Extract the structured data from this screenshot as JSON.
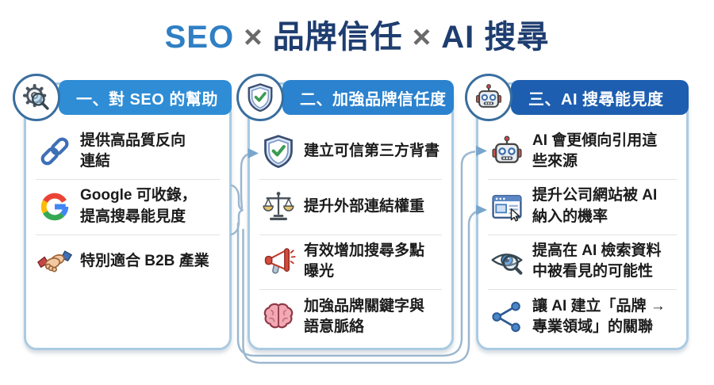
{
  "title": {
    "full_text": "SEO × 品牌信任 × AI 搜尋",
    "parts": [
      {
        "text": "SEO",
        "color": "#2f7fc4"
      },
      {
        "text": " × ",
        "color": "#6a6a6a"
      },
      {
        "text": "品牌信任",
        "color": "#1e3d70"
      },
      {
        "text": " × ",
        "color": "#6a6a6a"
      },
      {
        "text": "AI 搜尋",
        "color": "#1e3d70"
      }
    ]
  },
  "colors": {
    "header_blue_1": "#2f8dd6",
    "header_blue_2": "#2b82ce",
    "header_blue_3": "#1d5eb0",
    "card_border": "#a9cbe3",
    "badge_border": "#3a6e9e",
    "divider": "#e2e2e2",
    "item_text": "#1b1b1b",
    "connector_line": "#9cb7cf",
    "connector_arrow": "#78a5cb"
  },
  "columns": [
    {
      "id": "seo-help",
      "header": {
        "label": "一、對 SEO 的幫助",
        "icon": "gear-magnifier-icon",
        "color": "#2f8dd6"
      },
      "items": [
        {
          "icon": "chain-link-icon",
          "lines": [
            "提供高品質反向",
            "連結"
          ]
        },
        {
          "icon": "google-icon",
          "lines": [
            "Google 可收錄，",
            "提高搜尋能見度"
          ]
        },
        {
          "icon": "handshake-icon",
          "lines": [
            "特別適合 B2B 產業"
          ]
        }
      ]
    },
    {
      "id": "brand-trust",
      "header": {
        "label": "二、加強品牌信任度",
        "icon": "shield-check-icon",
        "color": "#2b82ce"
      },
      "items": [
        {
          "icon": "shield-check-icon",
          "lines": [
            "建立可信第三方背書"
          ]
        },
        {
          "icon": "balance-scale-icon",
          "lines": [
            "提升外部連結權重"
          ]
        },
        {
          "icon": "megaphone-icon",
          "lines": [
            "有效增加搜尋多點",
            "曝光"
          ]
        },
        {
          "icon": "brain-icon",
          "lines": [
            "加強品牌關鍵字與",
            "語意脈絡"
          ]
        }
      ]
    },
    {
      "id": "ai-search-visibility",
      "header": {
        "label": "三、AI 搜尋能見度",
        "icon": "robot-icon",
        "color": "#1d5eb0"
      },
      "items": [
        {
          "icon": "robot-icon",
          "lines": [
            "AI 會更傾向引用這",
            "些來源"
          ]
        },
        {
          "icon": "browser-cursor-icon",
          "lines": [
            "提升公司網站被 AI",
            "納入的機率"
          ]
        },
        {
          "icon": "eye-magnifier-icon",
          "lines": [
            "提高在 AI 檢索資料",
            "中被看見的可能性"
          ]
        },
        {
          "icon": "share-network-icon",
          "lines": [
            "讓 AI 建立「品牌 →",
            "專業領域」的關聯"
          ]
        }
      ]
    }
  ]
}
